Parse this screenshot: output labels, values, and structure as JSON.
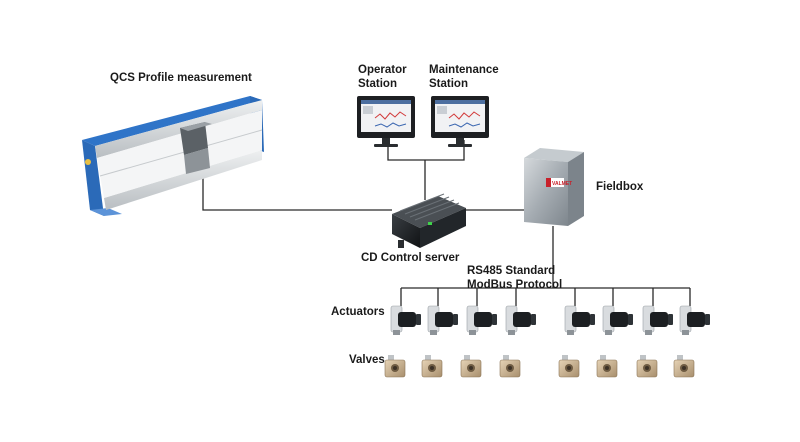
{
  "labels": {
    "qcs": "QCS Profile measurement",
    "operator_line1": "Operator",
    "operator_line2": "Station",
    "maintenance_line1": "Maintenance",
    "maintenance_line2": "Station",
    "fieldbox": "Fieldbox",
    "cd_server": "CD Control server",
    "rs485_line1": "RS485 Standard",
    "rs485_line2": "ModBus Protocol",
    "actuators": "Actuators",
    "valves": "Valves"
  },
  "fieldbox_logo": "VALMET",
  "colors": {
    "frame_blue": "#2f74c8",
    "line": "#2a2a2a",
    "screen_red": "#d23a3a",
    "fieldbox_steel": "#a9b0b6",
    "logo_red": "#c8202a",
    "led_green": "#3fd24a"
  },
  "actuator_count": 8
}
